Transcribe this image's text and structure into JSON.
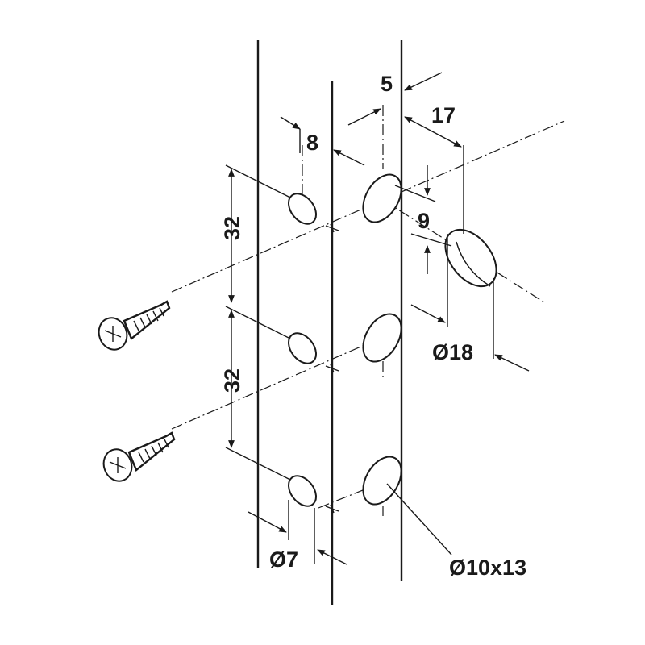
{
  "dimensions": {
    "offset_depth": "5",
    "overall_depth": "17",
    "hole_offset": "8",
    "spacing_top": "32",
    "spacing_bottom": "32",
    "counterbore_height": "9",
    "counterbore_diameter": "Ø18",
    "screw_hole_diameter": "Ø7",
    "slot_size": "Ø10x13"
  }
}
